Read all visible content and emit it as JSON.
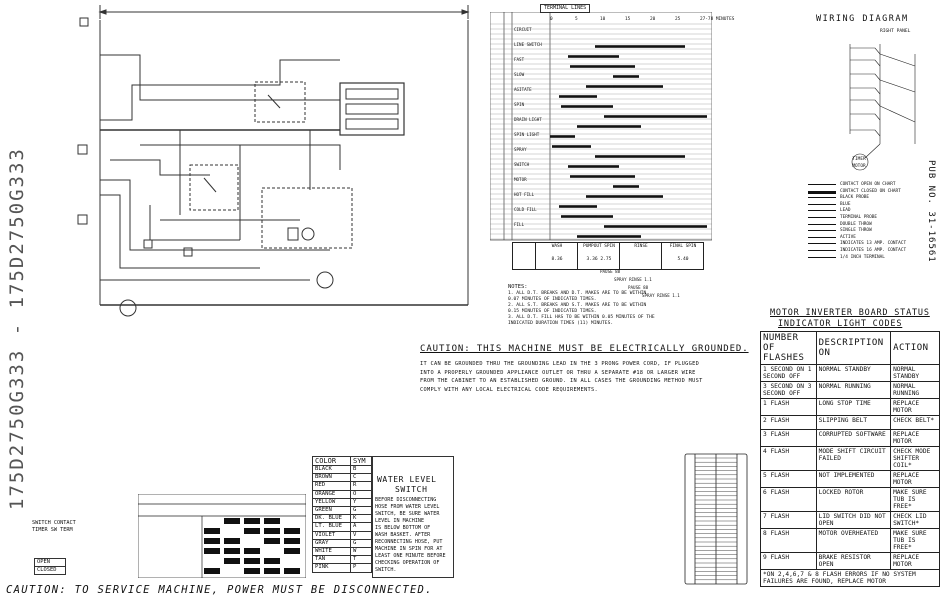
{
  "side_label_model": "175D2750G333 - 175D2750G333",
  "side_label_pub": "PUB NO. 31-16561",
  "wiring_diagram_title": "WIRING DIAGRAM",
  "right_panel_label": "RIGHT PANEL",
  "timer_motor_label": "TIMER MOTOR",
  "timer_chart": {
    "top_label": "TERMINAL LINES",
    "ruler_labels": [
      "0",
      "5",
      "10",
      "15",
      "20",
      "25",
      "27-78 MINUTES"
    ],
    "row_labels": [
      "CIRCUIT",
      "LINE SWITCH",
      "FAST",
      "SLOW",
      "AGITATE",
      "SPIN",
      "DRAIN LIGHT",
      "SPIN LIGHT",
      "SPRAY",
      "SWITCH",
      "MOTOR",
      "HOT FILL",
      "COLD FILL",
      "FILL"
    ],
    "summary_headers": [
      "WASH",
      "PUMPOUT SPIN",
      "RINSE",
      "FINAL SPIN"
    ],
    "summary_values": [
      "8.36",
      "3.36  2.75",
      "",
      "5.40"
    ],
    "callouts": [
      "PAUSE 88",
      "SPRAY RINSE 1.1",
      "PAUSE 88",
      "SPRAY RINSE 1.1"
    ]
  },
  "notes": {
    "title": "NOTES:",
    "items": [
      "1. ALL D.T. BREAKS AND D.T. MAKES ARE TO BE WITHIN 0.07 MINUTES OF INDICATED TIMES.",
      "2. ALL S.T. BREAKS AND S.T. MAKES ARE TO BE WITHIN 0.15 MINUTES OF INDICATED TIMES.",
      "3. ALL D.T. FILL HAS TO BE WITHIN 0.05 MINUTES OF THE INDICATED DURATION TIMES (11) MINUTES."
    ]
  },
  "legend": {
    "items": [
      "CONTACT OPEN ON CHART",
      "CONTACT CLOSED ON CHART",
      "BLACK PROBE",
      "BLUE",
      "LEAD",
      "TERMINAL PROBE",
      "DOUBLE THROW",
      "SINGLE THROW",
      "ACTIVE",
      "INDICATES 13 AMP. CONTACT",
      "INDICATES 16 AMP. CONTACT",
      "1/4 INCH TERMINAL"
    ]
  },
  "motor_status": {
    "title_line1": "MOTOR INVERTER BOARD STATUS",
    "title_line2": "INDICATOR LIGHT CODES",
    "headers": [
      "NUMBER OF FLASHES",
      "DESCRIPTION ON",
      "ACTION"
    ],
    "rows": [
      [
        "1 SECOND ON 1 SECOND OFF",
        "NORMAL STANDBY",
        "NORMAL STANDBY"
      ],
      [
        "3 SECOND ON 3 SECOND OFF",
        "NORMAL RUNNING",
        "NORMAL RUNNING"
      ],
      [
        "1 FLASH",
        "LONG STOP TIME",
        "REPLACE MOTOR"
      ],
      [
        "2 FLASH",
        "SLIPPING BELT",
        "CHECK BELT*"
      ],
      [
        "3 FLASH",
        "CORRUPTED SOFTWARE",
        "REPLACE MOTOR"
      ],
      [
        "4 FLASH",
        "MODE SHIFT CIRCUIT FAILED",
        "CHECK MODE SHIFTER COIL*"
      ],
      [
        "5 FLASH",
        "NOT IMPLEMENTED",
        "REPLACE MOTOR"
      ],
      [
        "6 FLASH",
        "LOCKED ROTOR",
        "MAKE SURE TUB IS FREE*"
      ],
      [
        "7 FLASH",
        "LID SWITCH DID NOT OPEN",
        "CHECK LID SWITCH*"
      ],
      [
        "8 FLASH",
        "MOTOR OVERHEATED",
        "MAKE SURE TUB IS FREE*"
      ],
      [
        "9 FLASH",
        "BRAKE RESISTOR OPEN",
        "REPLACE MOTOR"
      ]
    ],
    "footnote": "*ON 2,4,6,7 & 8 FLASH ERRORS IF NO SYSTEM FAILURES ARE FOUND, REPLACE MOTOR"
  },
  "caution_ground": {
    "title": "CAUTION:  THIS MACHINE MUST BE ELECTRICALLY GROUNDED.",
    "body": [
      "IT CAN BE GROUNDED THRU THE GROUNDING LEAD IN THE 3 PRONG POWER CORD, IF PLUGGED",
      "INTO A PROPERLY GROUNDED APPLIANCE OUTLET OR THRU A SEPARATE #18 OR LARGER WIRE",
      "FROM THE CABINET TO AN ESTABLISHED GROUND. IN ALL CASES THE GROUNDING METHOD MUST",
      "COMPLY WITH ANY LOCAL ELECTRICAL CODE REQUIREMENTS."
    ]
  },
  "color_table": {
    "headers": [
      "COLOR",
      "SYM"
    ],
    "rows": [
      [
        "BLACK",
        "B"
      ],
      [
        "BROWN",
        "C"
      ],
      [
        "RED",
        "R"
      ],
      [
        "ORANGE",
        "O"
      ],
      [
        "YELLOW",
        "Y"
      ],
      [
        "GREEN",
        "G"
      ],
      [
        "DK. BLUE",
        "K"
      ],
      [
        "LT. BLUE",
        "A"
      ],
      [
        "VIOLET",
        "V"
      ],
      [
        "GRAY",
        "G"
      ],
      [
        "WHITE",
        "W"
      ],
      [
        "TAN",
        "T"
      ],
      [
        "PINK",
        "P"
      ]
    ]
  },
  "water_level": {
    "title_line1": "WATER LEVEL",
    "title_line2": "SWITCH",
    "body": [
      "BEFORE DISCONNECTING",
      "HOSE FROM WATER LEVEL",
      "SWITCH, BE SURE WATER",
      "LEVEL IN MACHINE",
      "IS BELOW BOTTOM OF",
      "WASH BASKET.  AFTER",
      "RECONNECTING HOSE, PUT",
      "MACHINE IN SPIN FOR AT",
      "LEAST ONE MINUTE BEFORE",
      "CHECKING OPERATION OF",
      "SWITCH."
    ]
  },
  "switch_legend": {
    "items": [
      "SWITCH CONTACT",
      "TIMER SW TERM"
    ],
    "open": "OPEN",
    "closed": "CLOSED"
  },
  "caution_service": "CAUTION: TO SERVICE MACHINE, POWER MUST BE DISCONNECTED."
}
